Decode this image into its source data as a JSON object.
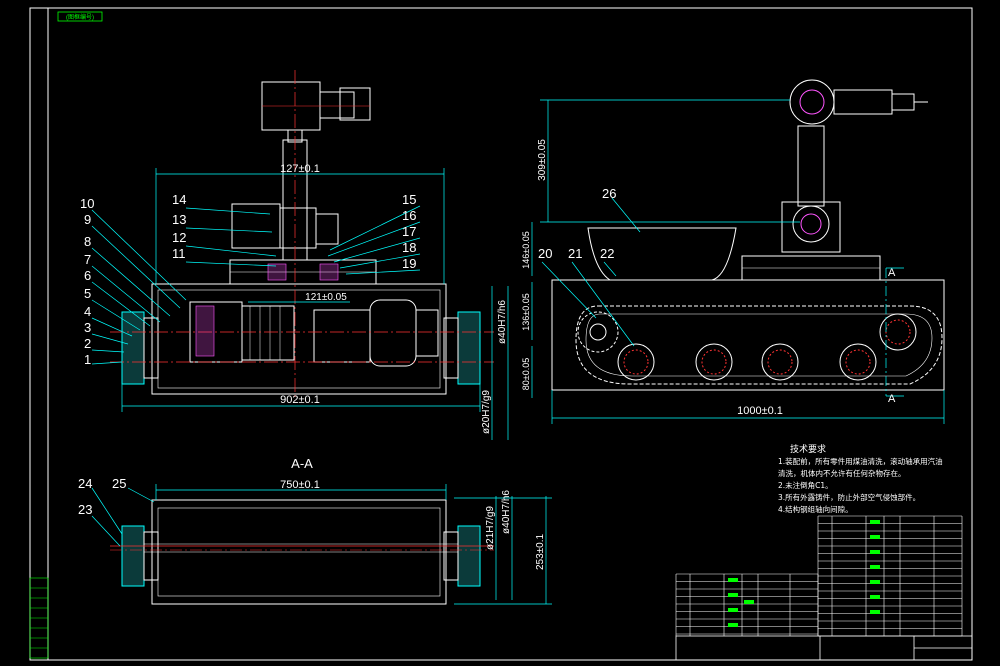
{
  "colors": {
    "background": "#000000",
    "frame": "#ffffff",
    "part": "#ffffff",
    "dimension": "#00ffff",
    "leader": "#00ffff",
    "centerline": "#ff3333",
    "hatch": "#ff55ff",
    "text": "#ffffff",
    "table_green": "#00ff00"
  },
  "labels": {
    "title_tag": "(图框编号)",
    "section_title": "A-A",
    "section_mark": "A"
  },
  "dimensions": {
    "front_top_width": "127±0.1",
    "front_mid_width": "121±0.05",
    "front_total_width": "902±0.1",
    "front_shaft_fit_1": "ø40H7/h6",
    "front_shaft_fit_2": "ø20H7/g9",
    "side_total_length": "1000±0.1",
    "side_arm_height": "309±0.05",
    "side_base_height": "146±0.05",
    "side_track_height": "136±0.05",
    "side_wheel_height": "80±0.05",
    "section_width": "750±0.1",
    "section_fit_1": "ø21H7/g9",
    "section_fit_2": "ø40H7/h6",
    "section_height": "253±0.1"
  },
  "balloons": [
    "1",
    "2",
    "3",
    "4",
    "5",
    "6",
    "7",
    "8",
    "9",
    "10",
    "11",
    "12",
    "13",
    "14",
    "15",
    "16",
    "17",
    "18",
    "19",
    "20",
    "21",
    "22",
    "23",
    "24",
    "25",
    "26"
  ],
  "tech_requirements": {
    "heading": "技术要求",
    "items": [
      "1.装配前，所有零件用煤油清洗，滚动轴承用汽油",
      "清洗，机体内不允许有任何杂物存在。",
      "2.未注倒角C1。",
      "3.所有外露铸件，防止外部空气侵蚀部件。",
      "4.结构钢组轴向间隙。"
    ]
  }
}
